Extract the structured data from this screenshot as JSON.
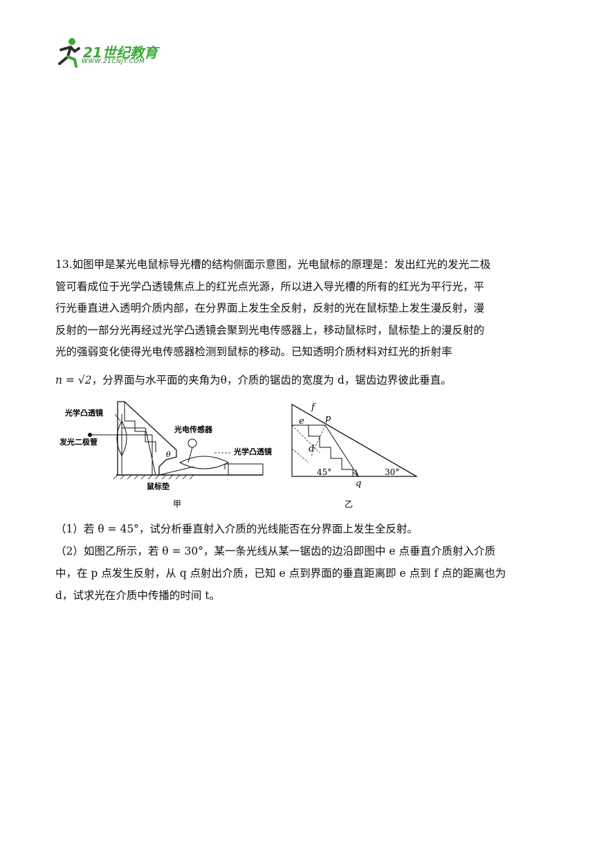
{
  "logo": {
    "text": "21世纪教育",
    "url": "WWW.21CNJY.COM"
  },
  "problem": {
    "lines": [
      "13.如图甲是某光电鼠标导光槽的结构侧面示意图，光电鼠标的原理是：发出红光的发光二极",
      "管可看成位于光学凸透镜焦点上的红光点光源，所以进入导光槽的所有的红光为平行光，平",
      "行光垂直进入透明介质内部，在分界面上发生全反射，反射的光在鼠标垫上发生漫反射，漫",
      "反射的一部分光再经过光学凸透镜会聚到光电传感器上，移动鼠标时，鼠标垫上的漫反射的",
      "光的强弱变化使得光电传感器检测到鼠标的移动。已知透明介质材料对红光的折射率"
    ],
    "formula_prefix": "n = √2",
    "formula_rest": "，分界面与水平面的夹角为θ，介质的锯齿的宽度为 d，锯齿边界彼此垂直。"
  },
  "figure_a": {
    "labels": {
      "lens_left": "光学凸透镜",
      "diode": "发光二极管",
      "sensor": "光电传感器",
      "lens_right": "光学凸透镜",
      "theta": "θ",
      "pad": "鼠标垫"
    },
    "caption": "甲"
  },
  "figure_b": {
    "labels": {
      "f": "f",
      "e": "e",
      "p": "p",
      "d": "d",
      "q": "q",
      "angle45": "45°",
      "angle30": "30°"
    },
    "caption": "乙"
  },
  "questions": {
    "q1": "（1）若 θ = 45°，试分析垂直射入介质的光线能否在分界面上发生全反射。",
    "q2_line1": "（2）如图乙所示，若 θ = 30°，某一条光线从某一锯齿的边沿即图中 e 点垂直介质射入介质",
    "q2_line2": "中，在 p 点发生反射，从 q 点射出介质，已知 e 点到界面的垂直距离即 e 点到 f 点的距离也为",
    "q2_line3": "d，试求光在介质中传播的时间 t。"
  }
}
